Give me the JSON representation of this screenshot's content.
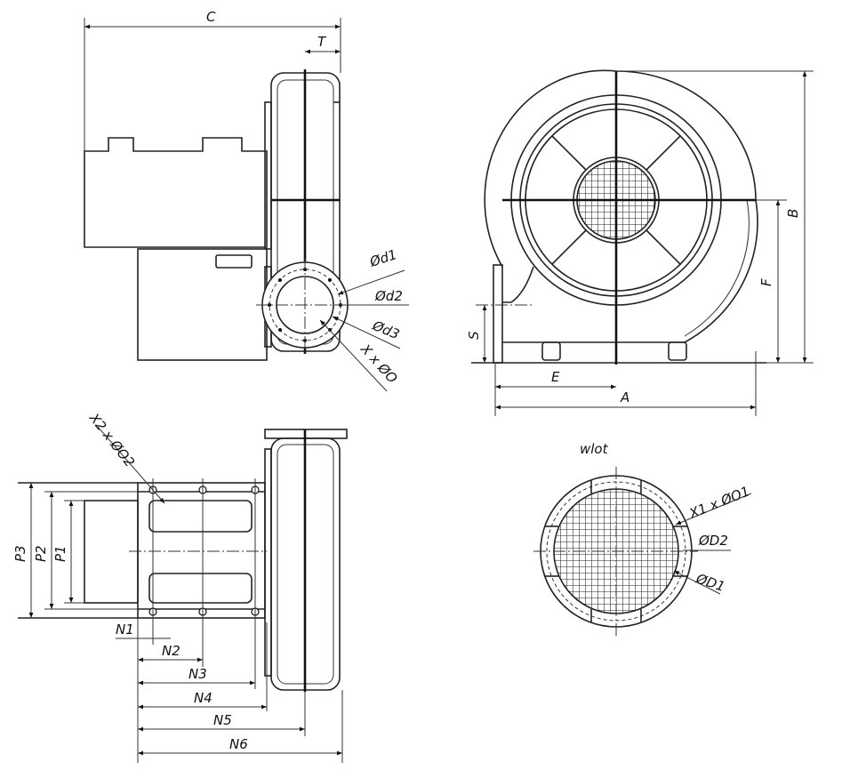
{
  "labels": {
    "C": "C",
    "T": "T",
    "d1": "Ød1",
    "d2": "Ød2",
    "d3": "Ød3",
    "xo": "X x ØO",
    "B": "B",
    "F": "F",
    "S": "S",
    "E": "E",
    "A": "A",
    "wlot": "wlot",
    "x1o1": "X1 x ØO1",
    "D2": "ØD2",
    "D1": "ØD1",
    "x2o2": "X2 x ØO2",
    "P3": "P3",
    "P2": "P2",
    "P1": "P1",
    "N1": "N1",
    "N2": "N2",
    "N3": "N3",
    "N4": "N4",
    "N5": "N5",
    "N6": "N6"
  }
}
